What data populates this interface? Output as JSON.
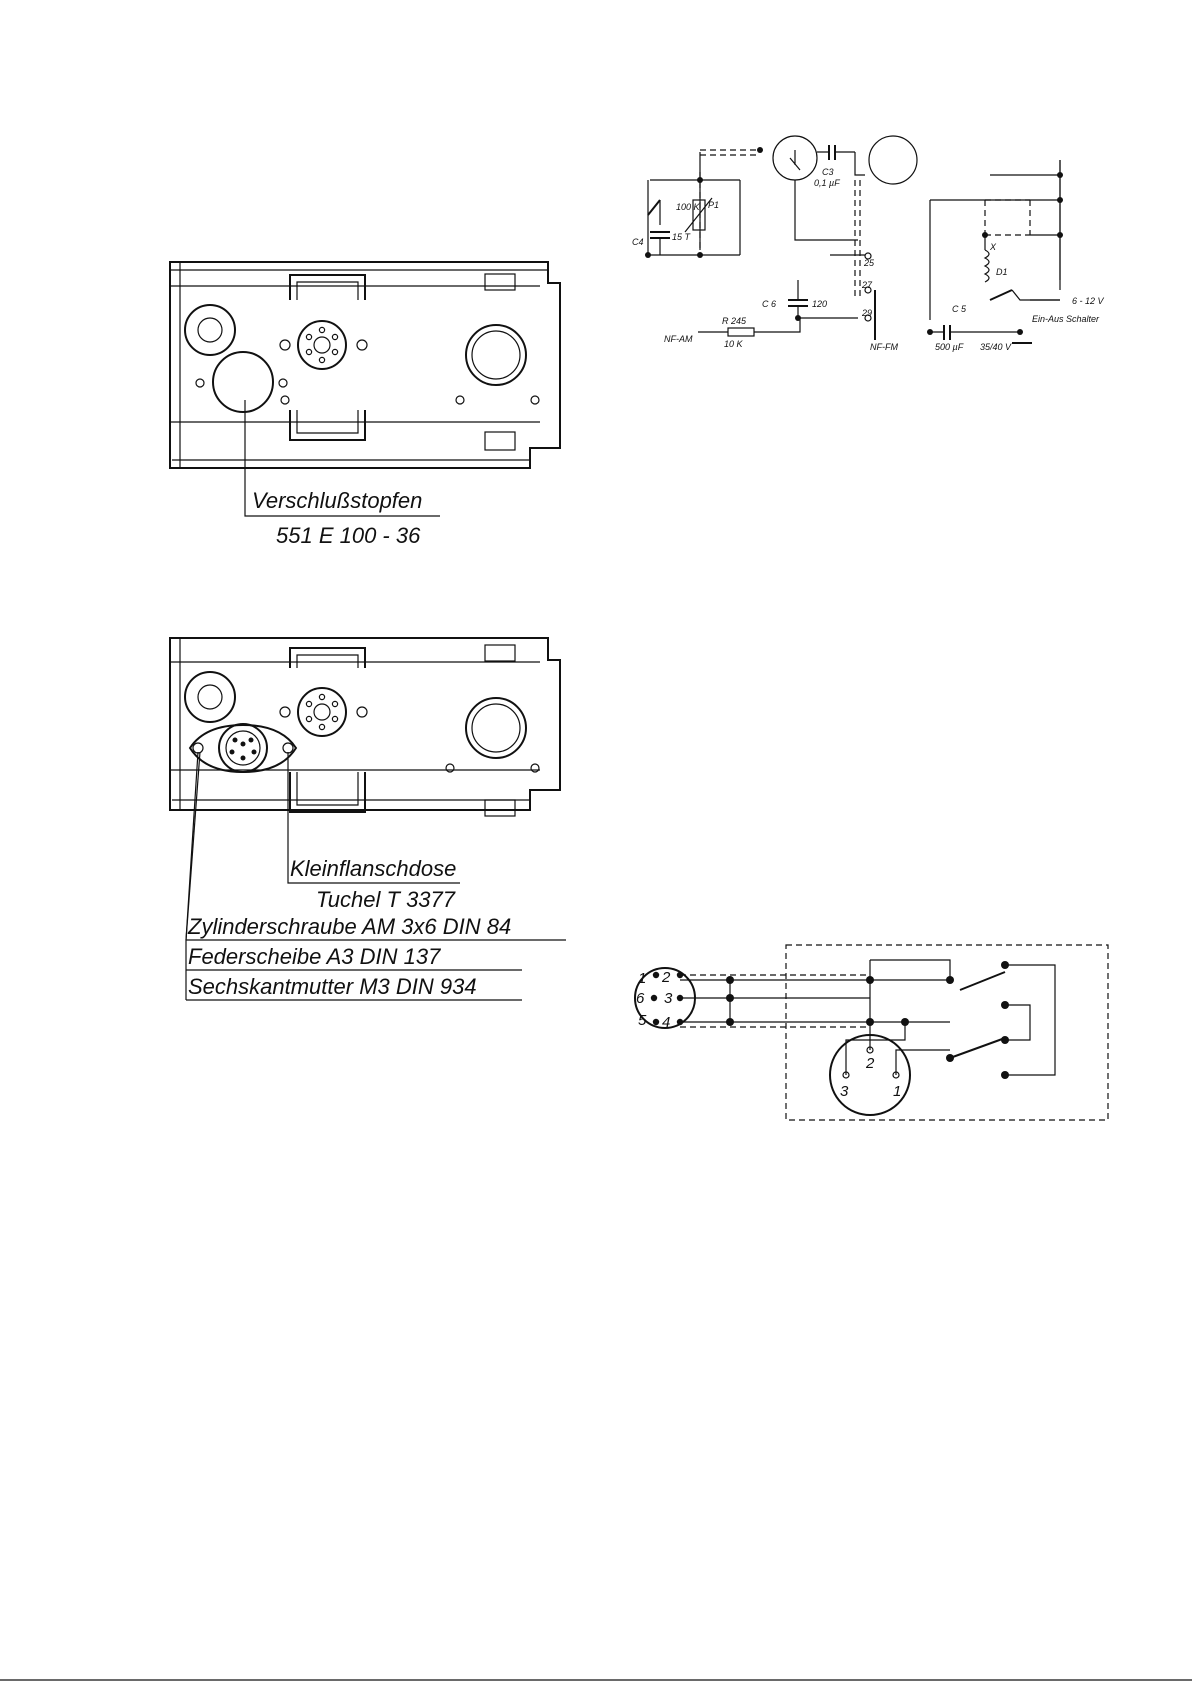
{
  "figure_top": {
    "label": "Verschlußstopfen",
    "part_number": "551 E 100 - 36"
  },
  "figure_bottom": {
    "label": "Kleinflanschdose",
    "sublabel": "Tuchel T 3377",
    "parts": [
      "Zylinderschraube AM 3x6 DIN 84",
      "Federscheibe A3 DIN 137",
      "Sechskantmutter M3 DIN 934"
    ]
  },
  "schematic": {
    "c4": "C4",
    "c4_value": "15 T",
    "p1": "P1",
    "p1_value": "100 K",
    "c3": "C3",
    "c3_value": "0,1 µF",
    "c6": "C 6",
    "c6_value": "120",
    "r245": "R 245",
    "r245_value": "10 K",
    "nf_am": "NF-AM",
    "nf_fm": "NF-FM",
    "pin_25": "25",
    "pin_27": "27",
    "pin_29": "29",
    "d1": "D1",
    "x": "X",
    "voltage": "6 - 12 V",
    "switch": "Ein-Aus Schalter",
    "c5": "C 5",
    "c5_value": "500 µF",
    "c5_rating": "35/40 V"
  },
  "wiring": {
    "pins_left": [
      "1",
      "2",
      "6",
      "3",
      "5",
      "4"
    ],
    "pins_round": [
      "2",
      "3",
      "1"
    ]
  }
}
